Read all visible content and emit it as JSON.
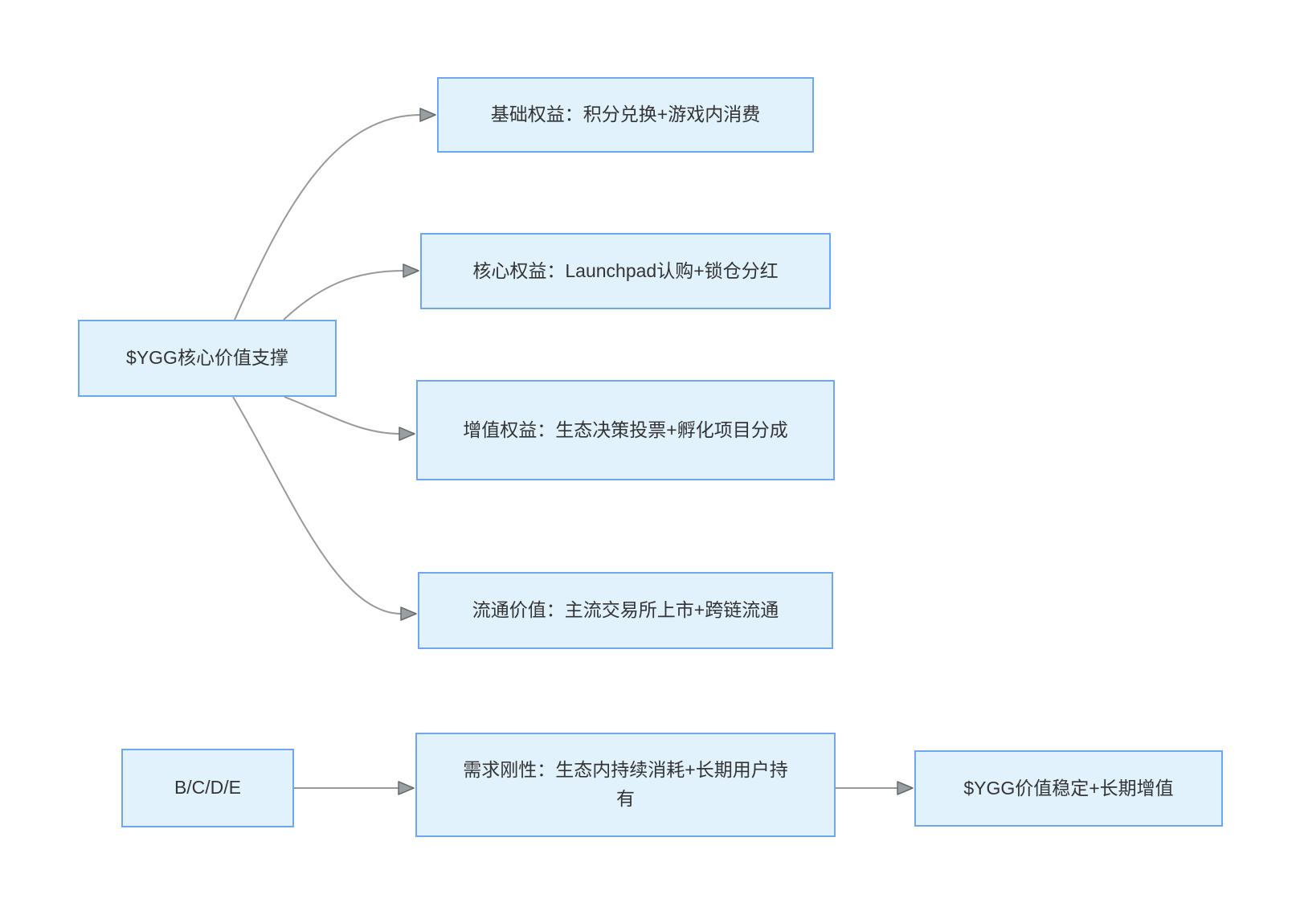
{
  "diagram": {
    "type": "flowchart",
    "background": "#ffffff",
    "node_style": {
      "fill": "#e2f2fc",
      "border": "#70a6f0",
      "text_color": "#333333"
    },
    "edge_style": {
      "line_color": "#999999",
      "arrow_fill": "#989fa2",
      "arrow_stroke": "#666c6e"
    },
    "nodes": [
      {
        "id": "root",
        "label": "$YGG核心价值支撑"
      },
      {
        "id": "basic",
        "label": "基础权益：积分兑换+游戏内消费"
      },
      {
        "id": "core",
        "label": "核心权益：Launchpad认购+锁仓分红"
      },
      {
        "id": "value_add",
        "label": "增值权益：生态决策投票+孵化项目分成"
      },
      {
        "id": "circulation",
        "label": "流通价值：主流交易所上市+跨链流通"
      },
      {
        "id": "bcde",
        "label": "B/C/D/E"
      },
      {
        "id": "demand",
        "label": "需求刚性：生态内持续消耗+长期用户持有"
      },
      {
        "id": "result",
        "label": "$YGG价值稳定+长期增值"
      }
    ],
    "edges": [
      {
        "from": "root",
        "to": "basic"
      },
      {
        "from": "root",
        "to": "core"
      },
      {
        "from": "root",
        "to": "value_add"
      },
      {
        "from": "root",
        "to": "circulation"
      },
      {
        "from": "bcde",
        "to": "demand"
      },
      {
        "from": "demand",
        "to": "result"
      }
    ]
  }
}
